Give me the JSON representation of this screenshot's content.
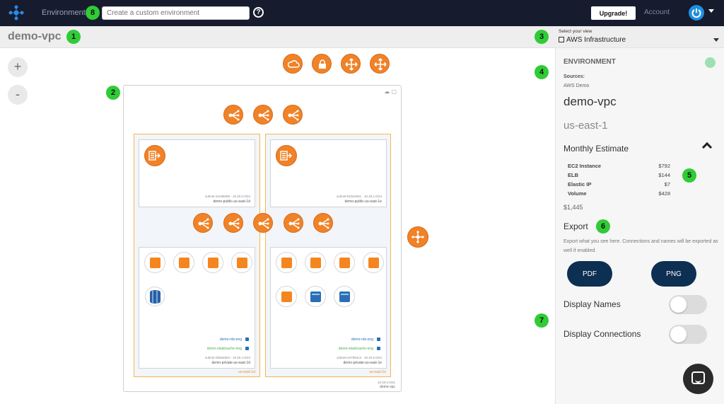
{
  "topbar": {
    "environments_label": "Environments",
    "search_placeholder": "Create a custom environment",
    "help_glyph": "?",
    "upgrade_label": "Upgrade!",
    "account_label": "Account"
  },
  "subbar": {
    "title": "demo-vpc",
    "view_label": "Select your view",
    "view_value": "AWS Infrastructure"
  },
  "badges": [
    "1",
    "2",
    "3",
    "4",
    "5",
    "6",
    "7",
    "8"
  ],
  "zoom": {
    "in": "+",
    "out": "-"
  },
  "diagram": {
    "vpc_cidr": "10.20.0.0/21",
    "vpc_name": "demo-vpc",
    "az_left": "us-east-1d",
    "az_right": "us-east-1e",
    "subnets": {
      "public_left": {
        "cidr": "subnet-21ed6099 - 10.20.0.0/24",
        "name": "demo-public-us-east-1d"
      },
      "public_right": {
        "cidr": "subnet-b23e2831 - 10.20.1.0/24",
        "name": "demo-public-us-east-1e"
      },
      "private_left": {
        "cidr": "subnet-059a4604 - 10.20.4.0/24",
        "name": "demo-private-us-east-1d"
      },
      "private_right": {
        "cidr": "subnet-e37894c2 - 10.20.5.0/24",
        "name": "demo-private-us-east-1e"
      }
    },
    "rds_label": "demo-rds-eng",
    "elasticache_label": "demo-elasticache-eng"
  },
  "side": {
    "heading": "ENVIRONMENT",
    "sources_label": "Sources:",
    "sources_value": "AWS Demo",
    "env_name": "demo-vpc",
    "region": "us-east-1",
    "estimate_title": "Monthly Estimate",
    "costs": [
      {
        "label": "EC2 Instance",
        "value": "$792"
      },
      {
        "label": "ELB",
        "value": "$144"
      },
      {
        "label": "Elastic IP",
        "value": "$7"
      },
      {
        "label": "Volume",
        "value": "$428"
      }
    ],
    "total": "$1,445",
    "export_title": "Export",
    "export_desc": "Export what you see here. Connections and names will be exported as well if enabled.",
    "pdf_label": "PDF",
    "png_label": "PNG",
    "display_names": "Display Names",
    "display_connections": "Display Connections",
    "display_names_on": false,
    "display_connections_on": false
  },
  "colors": {
    "topbar": "#161b2e",
    "accent_orange": "#f08228",
    "badge_green": "#2fcc36",
    "button_navy": "#0d2f52",
    "status_green": "#9fe0b1"
  }
}
